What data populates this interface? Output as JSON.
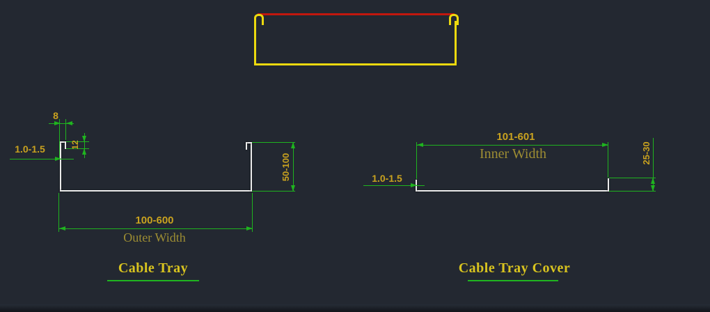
{
  "palette": {
    "background": "#232831",
    "dimension_green": "#1fb41f",
    "dim_text_gold": "#c9a21f",
    "label_olive": "#9d8d33",
    "title_yellow": "#d9c41f",
    "profile_white": "#ebebeb",
    "tray_yellow": "#ecd90e",
    "cover_red": "#c2170e"
  },
  "assembled_view": {
    "description": "cable tray (yellow) with cover (red) assembled"
  },
  "tray": {
    "title": "Cable Tray",
    "dim_lip_width": "8",
    "dim_lip_depth": "12",
    "dim_thickness": "1.0-1.5",
    "dim_height": "50-100",
    "dim_width": "100-600",
    "width_label": "Outer Width"
  },
  "cover": {
    "title": "Cable Tray Cover",
    "dim_thickness": "1.0-1.5",
    "dim_height": "25-30",
    "dim_width": "101-601",
    "width_label": "Inner Width"
  }
}
